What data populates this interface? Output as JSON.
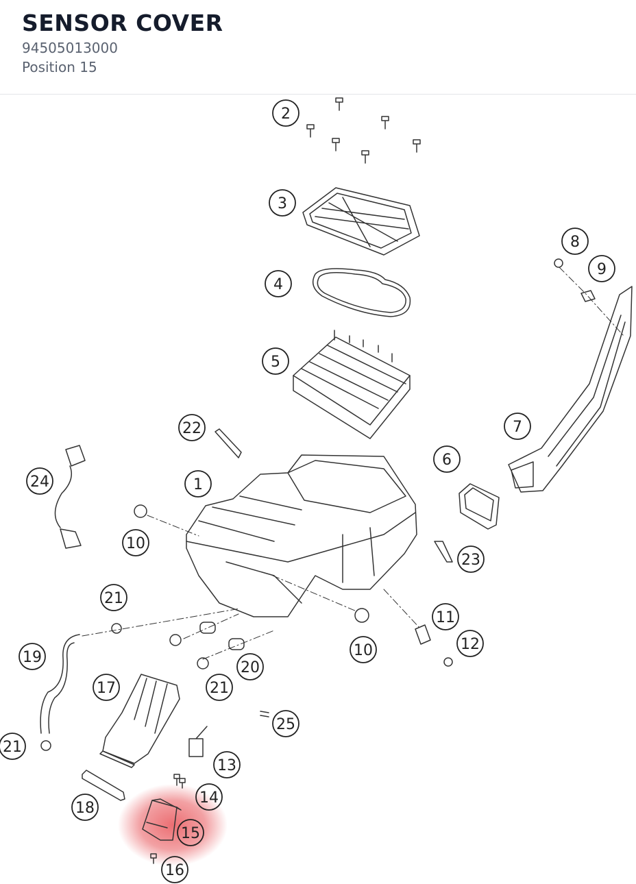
{
  "header": {
    "title": "SENSOR COVER",
    "part_number": "94505013000",
    "position_label": "Position 15"
  },
  "diagram": {
    "highlight_color": "#e8555a",
    "callouts": [
      "2",
      "3",
      "4",
      "5",
      "8",
      "9",
      "7",
      "22",
      "6",
      "24",
      "1",
      "10",
      "23",
      "21",
      "11",
      "12",
      "10",
      "19",
      "20",
      "21",
      "17",
      "25",
      "21",
      "13",
      "14",
      "18",
      "15",
      "16"
    ]
  }
}
